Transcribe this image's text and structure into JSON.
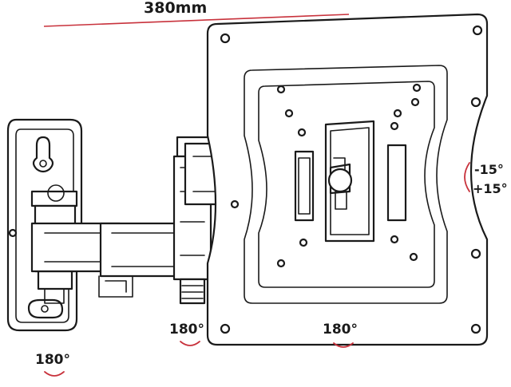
{
  "dimensions": {
    "width_label": "380mm"
  },
  "rotations": {
    "wall_plate": "180°",
    "arm_joint": "180°",
    "tv_plate": "180°"
  },
  "tilt": {
    "down": "-15°",
    "up": "+15°"
  },
  "colors": {
    "line": "#1a1a1a",
    "accent": "#c8323c"
  }
}
